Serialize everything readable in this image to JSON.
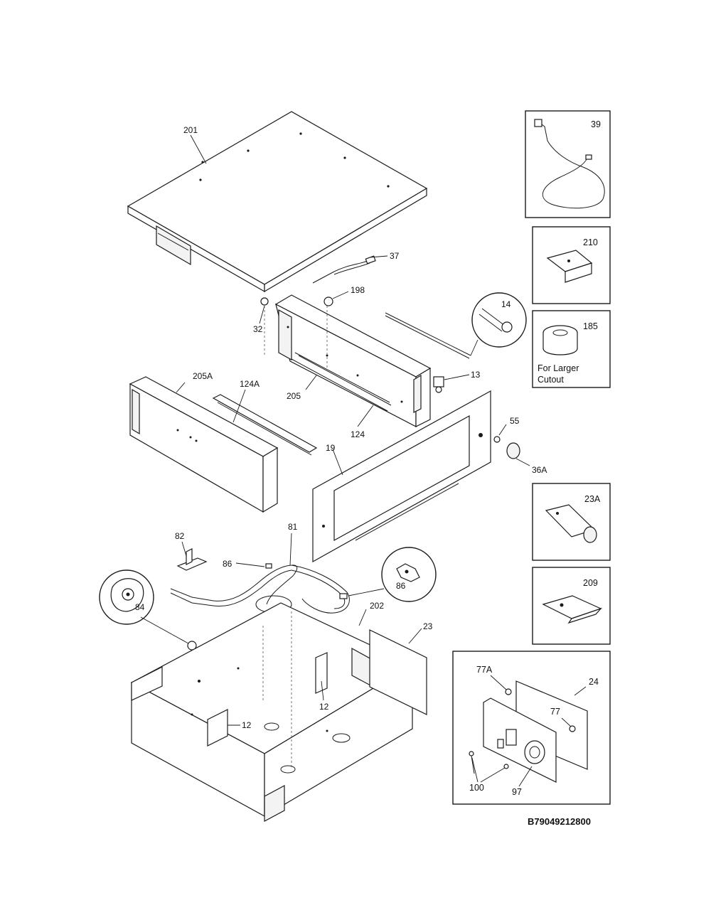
{
  "diagram_code": "B79049212800",
  "callouts": {
    "c201": "201",
    "c37": "37",
    "c198": "198",
    "c32": "32",
    "c14": "14",
    "c13": "13",
    "c205A": "205A",
    "c124A": "124A",
    "c205": "205",
    "c124": "124",
    "c55": "55",
    "c36A": "36A",
    "c19": "19",
    "c82": "82",
    "c81": "81",
    "c86a": "86",
    "c86b": "86",
    "c86c": "86",
    "c84": "84",
    "c202": "202",
    "c23": "23",
    "c12a": "12",
    "c12b": "12"
  },
  "inset_boxes": {
    "b39": "39",
    "b210": "210",
    "b185": "185",
    "b185_line1": "For Larger",
    "b185_line2": "Cutout",
    "b23A": "23A",
    "b209": "209",
    "b24": "24",
    "b77A": "77A",
    "b77": "77",
    "b100": "100",
    "b97": "97"
  },
  "icons": [
    "part-201-top-panel",
    "part-205-housing",
    "part-19-frame",
    "part-202-base-box",
    "element-81-coil"
  ]
}
